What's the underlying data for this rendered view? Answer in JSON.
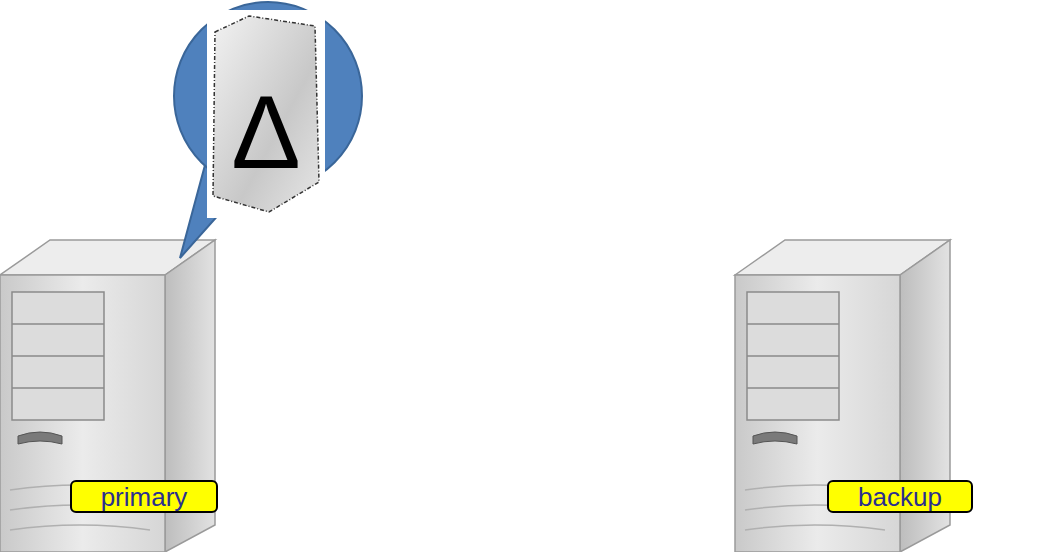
{
  "diagram": {
    "nodes": [
      {
        "text": [
          "Δ"
        ]
      },
      {
        "text": [
          "primary"
        ]
      },
      {
        "text": [
          "backup"
        ]
      }
    ]
  }
}
